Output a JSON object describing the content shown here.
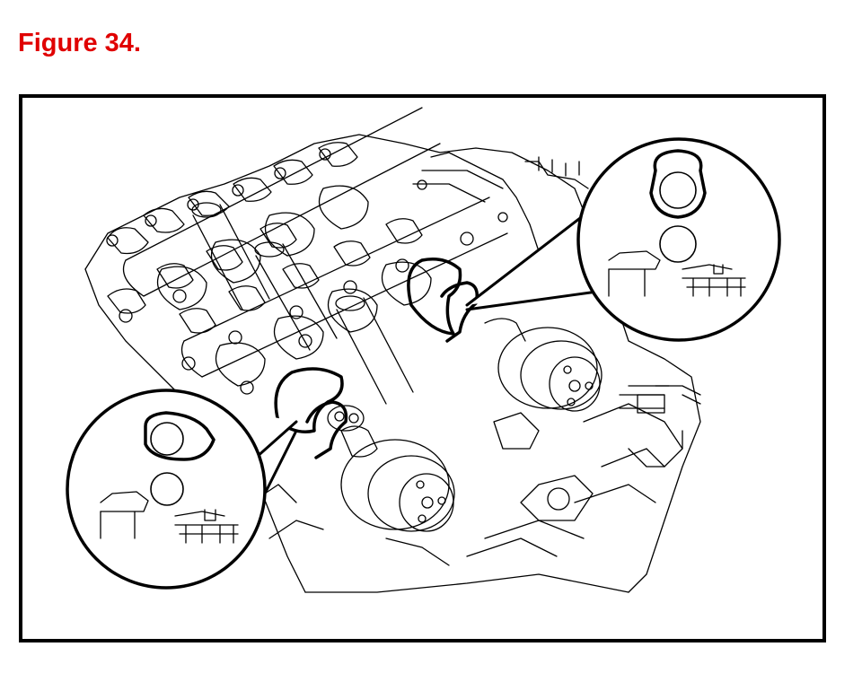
{
  "figure": {
    "title": "Figure 34.",
    "title_color": "#e00000"
  },
  "diagram": {
    "subject": "engine-cylinder-head-camshafts",
    "line_color": "#000000",
    "callouts": [
      {
        "name": "camshaft-lobe-detail-upper-right"
      },
      {
        "name": "camshaft-lobe-detail-lower-left"
      }
    ]
  }
}
